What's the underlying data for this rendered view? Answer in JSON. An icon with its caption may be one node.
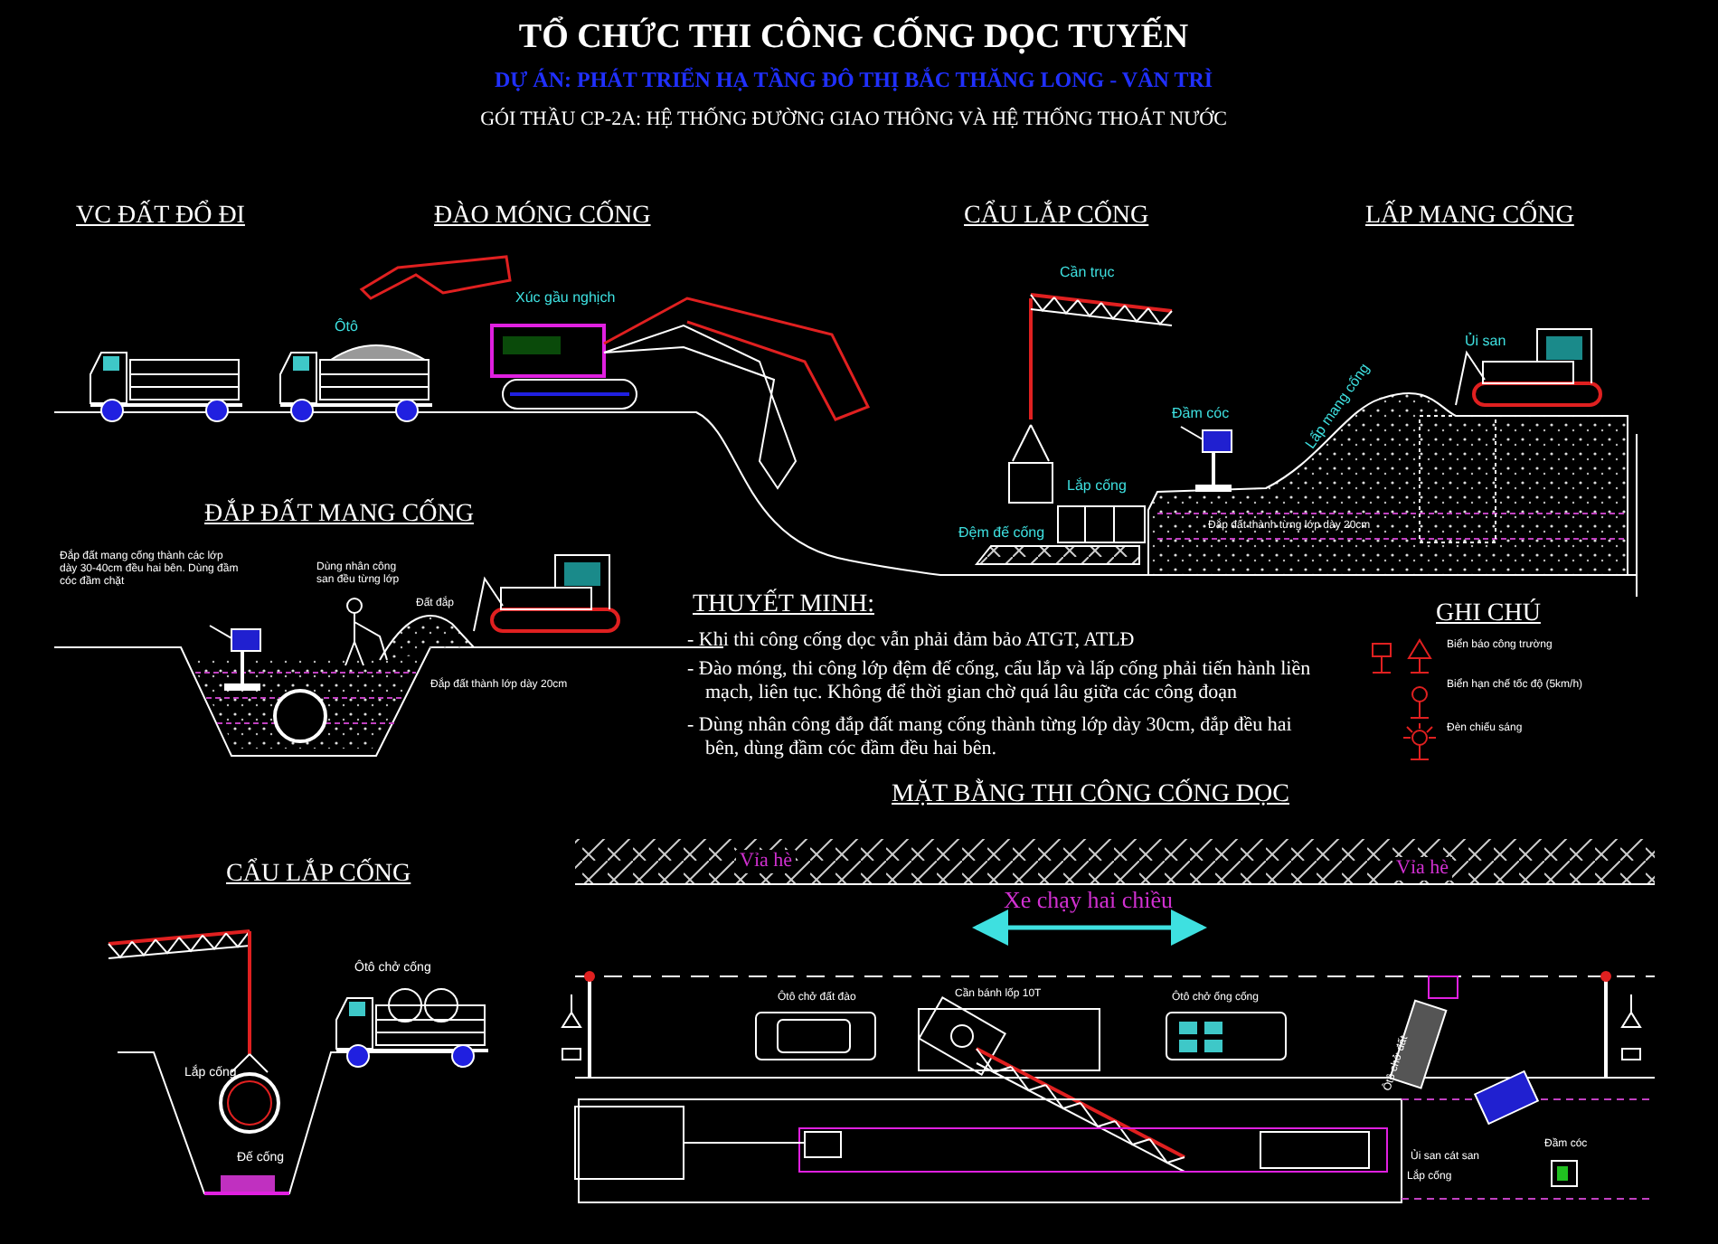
{
  "diagram": {
    "title": "TỔ CHỨC THI CÔNG CỐNG DỌC TUYẾN",
    "labels": [
      "DỰ ÁN: PHÁT TRIỂN HẠ TẦNG ĐÔ THỊ BẮC THĂNG LONG - VÂN TRÌ",
      "GÓI THẦU CP-2A: HỆ THỐNG ĐƯỜNG GIAO THÔNG VÀ HỆ THỐNG THOÁT NƯỚC",
      "VC ĐẤT ĐỔ ĐI",
      "ĐÀO MÓNG CỐNG",
      "CẨU LẮP CỐNG",
      "LẤP MANG CỐNG",
      "Xúc gầu nghịch",
      "Ôtô",
      "Cần trục",
      "Ủi san",
      "Lấp mang cống",
      "Đầm cóc",
      "Lắp cống",
      "Đệm đế cống",
      "Đắp đất thành từng lớp dày 20cm",
      "ĐẮP ĐẤT MANG CỐNG",
      "Đắp đất mang cống thành các lớp dày 30-40cm đều hai bên. Dùng đầm cóc đầm chặt",
      "Dùng nhân công san đều từng lớp",
      "Đất đắp",
      "Đắp đất thành lớp dày 20cm",
      "THUYẾT MINH:",
      "- Khi thi công cống dọc vẫn phải đảm bảo ATGT, ATLĐ",
      "- Đào móng, thi công lớp đệm đế cống, cẩu lắp và lấp cống phải tiến hành liền mạch, liên tục. Không để thời gian chờ quá lâu giữa các công đoạn",
      "- Dùng nhân công đắp đất mang cống thành từng lớp dày 30cm, đắp đều hai bên, dùng đầm cóc đầm đều hai bên.",
      "GHI CHÚ",
      "MẶT BẰNG THI CÔNG CỐNG DỌC",
      "CẨU LẮP CỐNG",
      "Ôtô chở cống",
      "Lắp cống",
      "Đế cống",
      "Vỉa hè",
      "Vỉa hè",
      "Xe chạy hai chiều",
      "Ôtô chở đất đào",
      "Cần bánh lốp 10T",
      "Ôtô chở ống cống",
      "Ôtô chở đất",
      "Ủi san cát san",
      "Lắp cống",
      "Đầm cóc"
    ],
    "legend": [
      {
        "text": "Biển báo công trường"
      },
      {
        "text": "Biển hạn chế tốc độ (5km/h)"
      },
      {
        "text": "Đèn chiếu sáng"
      }
    ]
  }
}
